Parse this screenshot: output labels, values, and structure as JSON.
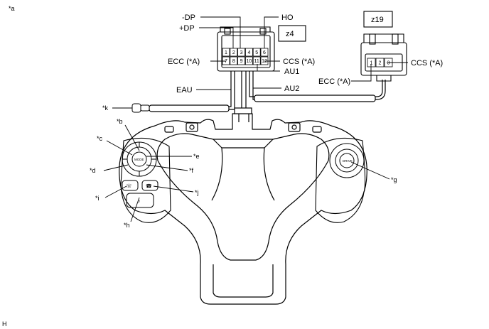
{
  "figure": {
    "corner_label": "*a",
    "footer_label": "H",
    "connector_z4": {
      "id": "z4",
      "pins_top": [
        "1",
        "2",
        "3",
        "4",
        "5",
        "6"
      ],
      "pins_bottom": [
        "7",
        "8",
        "9",
        "10",
        "11",
        "12"
      ],
      "signals": {
        "minus_dp": "-DP",
        "plus_dp": "+DP",
        "ho": "HO",
        "ecc": "ECC (*A)",
        "ccs": "CCS (*A)",
        "au1": "AU1",
        "eau": "EAU",
        "au2": "AU2"
      }
    },
    "connector_z19": {
      "id": "z19",
      "pins": [
        "1",
        "2",
        "3"
      ],
      "signals": {
        "ecc": "ECC (*A)",
        "ccs": "CCS (*A)"
      }
    },
    "callouts": {
      "b": "*b",
      "c": "*c",
      "d": "*d",
      "e": "*e",
      "f": "*f",
      "g": "*g",
      "h": "*h",
      "i": "*i",
      "j": "*j",
      "k": "*k"
    },
    "button_text": {
      "mode": "MODE",
      "drive": "DRIVE"
    }
  }
}
